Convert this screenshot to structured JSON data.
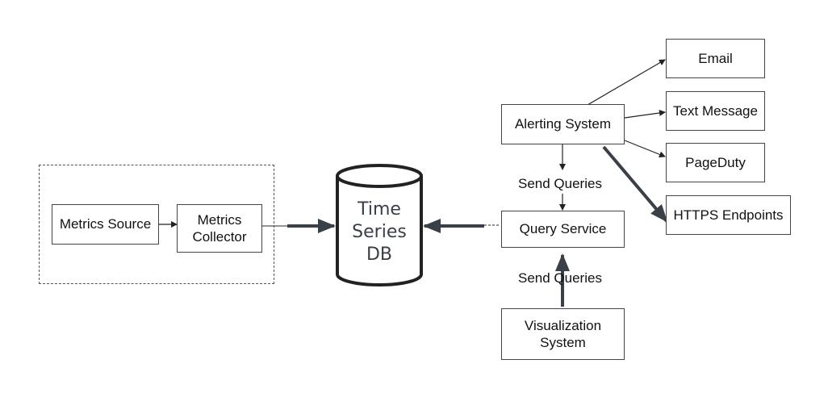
{
  "diagram": {
    "nodes": {
      "metrics_source": "Metrics Source",
      "metrics_collector": "Metrics\nCollector",
      "time_series_db": "Time\nSeries\nDB",
      "alerting_system": "Alerting System",
      "query_service": "Query Service",
      "visualization_system": "Visualization\nSystem",
      "email": "Email",
      "text_message": "Text Message",
      "pageduty": "PageDuty",
      "https_endpoints": "HTTPS Endpoints"
    },
    "edge_labels": {
      "alerting_to_query": "Send Queries",
      "visualization_to_query": "Send Queries"
    },
    "colors": {
      "thick_arrow": "#3a3f48",
      "thin_arrow": "#222222",
      "box_border": "#444444"
    }
  }
}
